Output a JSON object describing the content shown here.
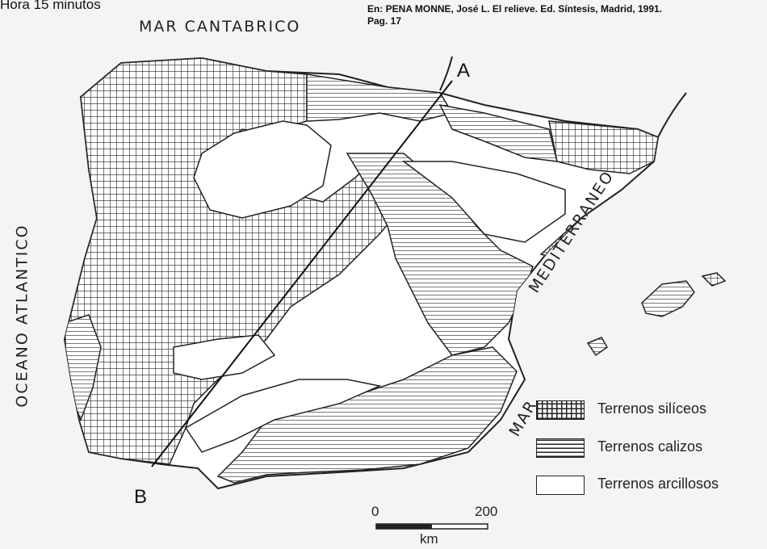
{
  "top_note": "Hora 15 minutos",
  "citation": {
    "line1": "En: PENA MONNE, José L. El relieve. Ed. Síntesis, Madrid, 1991.",
    "line2": "Pag. 17"
  },
  "sea_labels": {
    "north": "MAR CANTABRICO",
    "west": "OCEANO ATLANTICO",
    "east_main": "MEDITERRANEO",
    "east_prefix": "MAR"
  },
  "section_points": {
    "start": "A",
    "end": "B"
  },
  "legend": [
    {
      "label": "Terrenos silíceos",
      "pattern": "grid"
    },
    {
      "label": "Terrenos calizos",
      "pattern": "horizontal-lines"
    },
    {
      "label": "Terrenos arcillosos",
      "pattern": "blank"
    }
  ],
  "scale_bar": {
    "min": "0",
    "max": "200",
    "unit": "km"
  },
  "colors": {
    "ink": "#222222",
    "paper": "#f4f4f4",
    "land": "#ffffff"
  }
}
